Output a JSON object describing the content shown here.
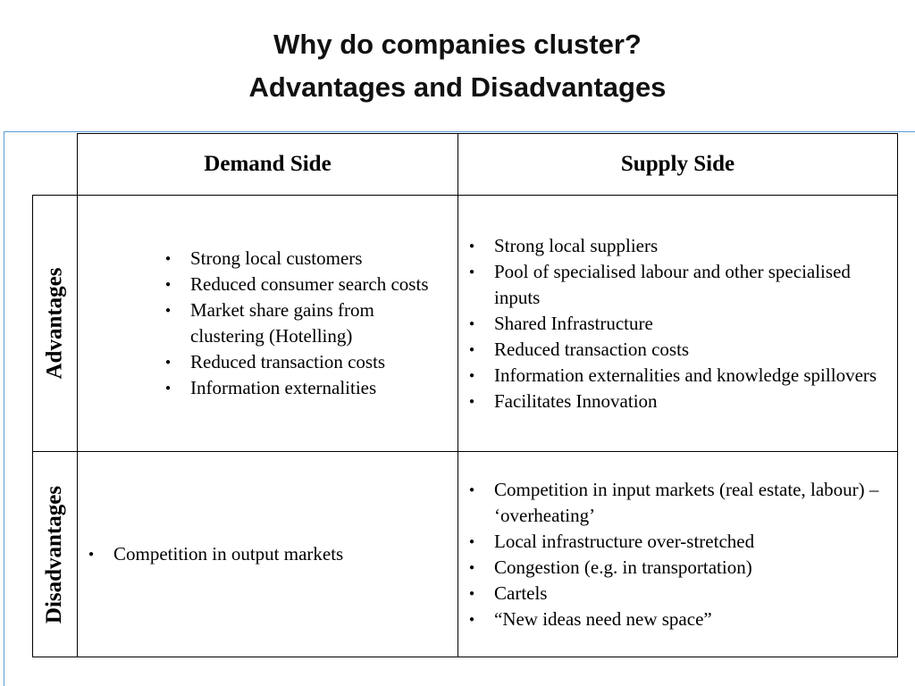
{
  "slide": {
    "title_line1": "Why do companies cluster?",
    "title_line2": "Advantages and Disadvantages"
  },
  "table": {
    "col_headers": [
      "Demand Side",
      "Supply Side"
    ],
    "row_headers": [
      "Advantages",
      "Disadvantages"
    ],
    "advantages": {
      "demand": [
        "Strong local customers",
        "Reduced consumer search costs",
        "Market share gains from clustering (Hotelling)",
        "Reduced transaction costs",
        "Information externalities"
      ],
      "supply": [
        "Strong local suppliers",
        "Pool of specialised labour and other specialised inputs",
        "Shared Infrastructure",
        "Reduced transaction costs",
        "Information externalities and knowledge spillovers",
        "Facilitates Innovation"
      ]
    },
    "disadvantages": {
      "demand": [
        "Competition in output markets"
      ],
      "supply": [
        "Competition in input markets (real estate, labour) – ‘overheating’",
        "Local infrastructure over-stretched",
        "Congestion (e.g. in transportation)",
        "Cartels",
        "“New ideas need new space”"
      ]
    }
  }
}
